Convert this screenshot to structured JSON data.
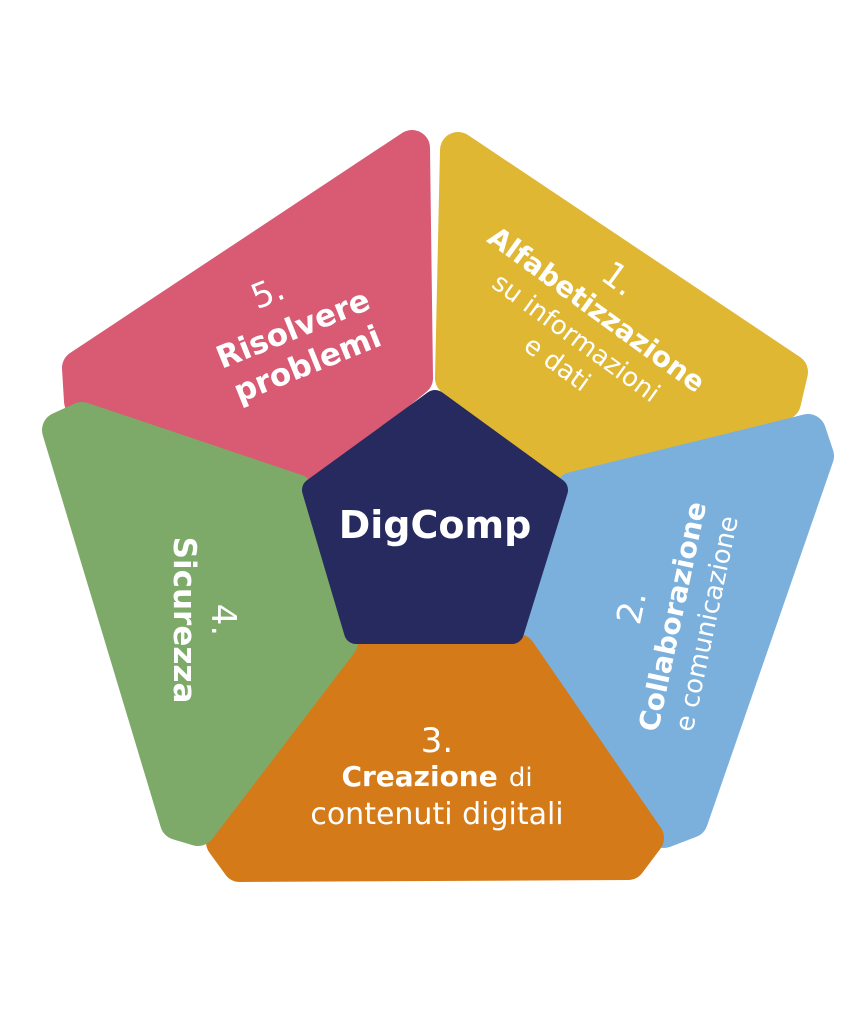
{
  "center": {
    "label": "DigComp",
    "color": "#262a5e"
  },
  "segments": [
    {
      "number": "1.",
      "lines": [
        "Alfabetizzazione",
        "su informazioni",
        "e dati"
      ],
      "color": "#dfb733"
    },
    {
      "number": "2.",
      "lines": [
        "Collaborazione",
        "e comunicazione"
      ],
      "color": "#7bb0dd"
    },
    {
      "number": "3.",
      "lines": [
        "Creazione",
        "di",
        "contenuti digitali"
      ],
      "color": "#d47a18"
    },
    {
      "number": "4.",
      "lines": [
        "Sicurezza"
      ],
      "color": "#7daa69"
    },
    {
      "number": "5.",
      "lines": [
        "Risolvere",
        "problemi"
      ],
      "color": "#d85a73"
    }
  ]
}
